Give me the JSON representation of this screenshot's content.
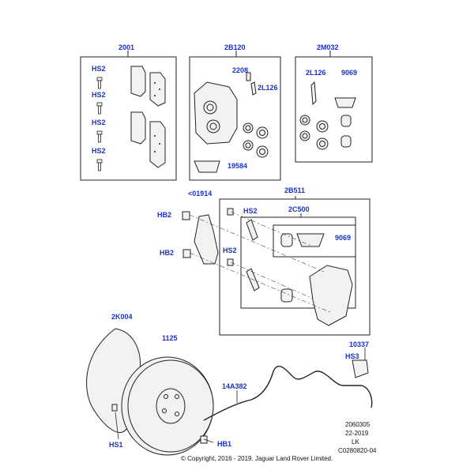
{
  "labels": {
    "kit_2001": "2001",
    "kit_2b120": "2B120",
    "kit_2m032": "2M032",
    "hs2_a": "HS2",
    "hs2_b": "HS2",
    "hs2_c": "HS2",
    "hs2_d": "HS2",
    "p2208": "2208",
    "p2l126_a": "2L126",
    "p2l126_b": "2L126",
    "p9069_a": "9069",
    "p19584": "19584",
    "p01914": "<01914",
    "p2b511": "2B511",
    "hb2_a": "HB2",
    "hs2_e": "HS2",
    "p2c500": "2C500",
    "p9069_b": "9069",
    "hb2_b": "HB2",
    "hs2_f": "HS2",
    "p2k004": "2K004",
    "p1125": "1125",
    "p10337": "10337",
    "hs3": "HS3",
    "p14a382": "14A382",
    "hs1": "HS1",
    "hb1": "HB1"
  },
  "footer": {
    "ref_code": "2060305",
    "date": "22-2019",
    "initials": "LK",
    "drawing_no": "C0280820-04",
    "copyright": "© Copyright, 2016 - 2019. Jaguar Land Rover Limited."
  },
  "colors": {
    "callout": "#1a33c6",
    "line": "#222222",
    "fill": "#f2f2f2"
  }
}
